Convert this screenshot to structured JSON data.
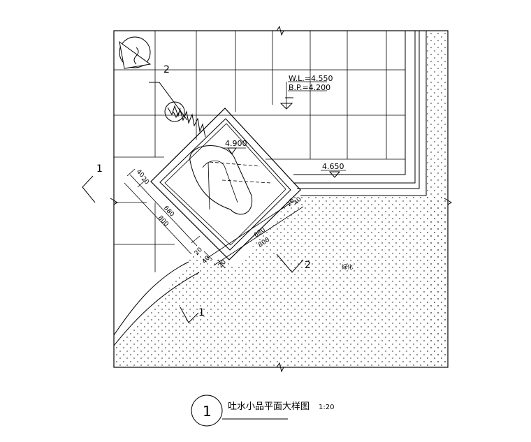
{
  "drawing": {
    "levels": {
      "water_level": "W.L.=4.550",
      "bottom_of_pool": "B.P.=4.200",
      "fountain_top": "4.900",
      "paving_level": "4.650"
    },
    "section_marks": {
      "left": "1",
      "top": "2",
      "right": "2",
      "bottom": "1"
    },
    "callout_detail_number": "2",
    "dimensions": {
      "left": {
        "d40": "40",
        "d20": "20",
        "d680": "680",
        "d800": "800"
      },
      "bottom": {
        "d20": "20",
        "d40": "40",
        "d20b": "20",
        "d680": "680",
        "d800": "800"
      },
      "right": {
        "d20": "20",
        "d40": "40"
      }
    },
    "planting_label": "绿化",
    "title": {
      "number": "1",
      "text": "吐水小品平面大样图",
      "scale": "1:20"
    }
  }
}
